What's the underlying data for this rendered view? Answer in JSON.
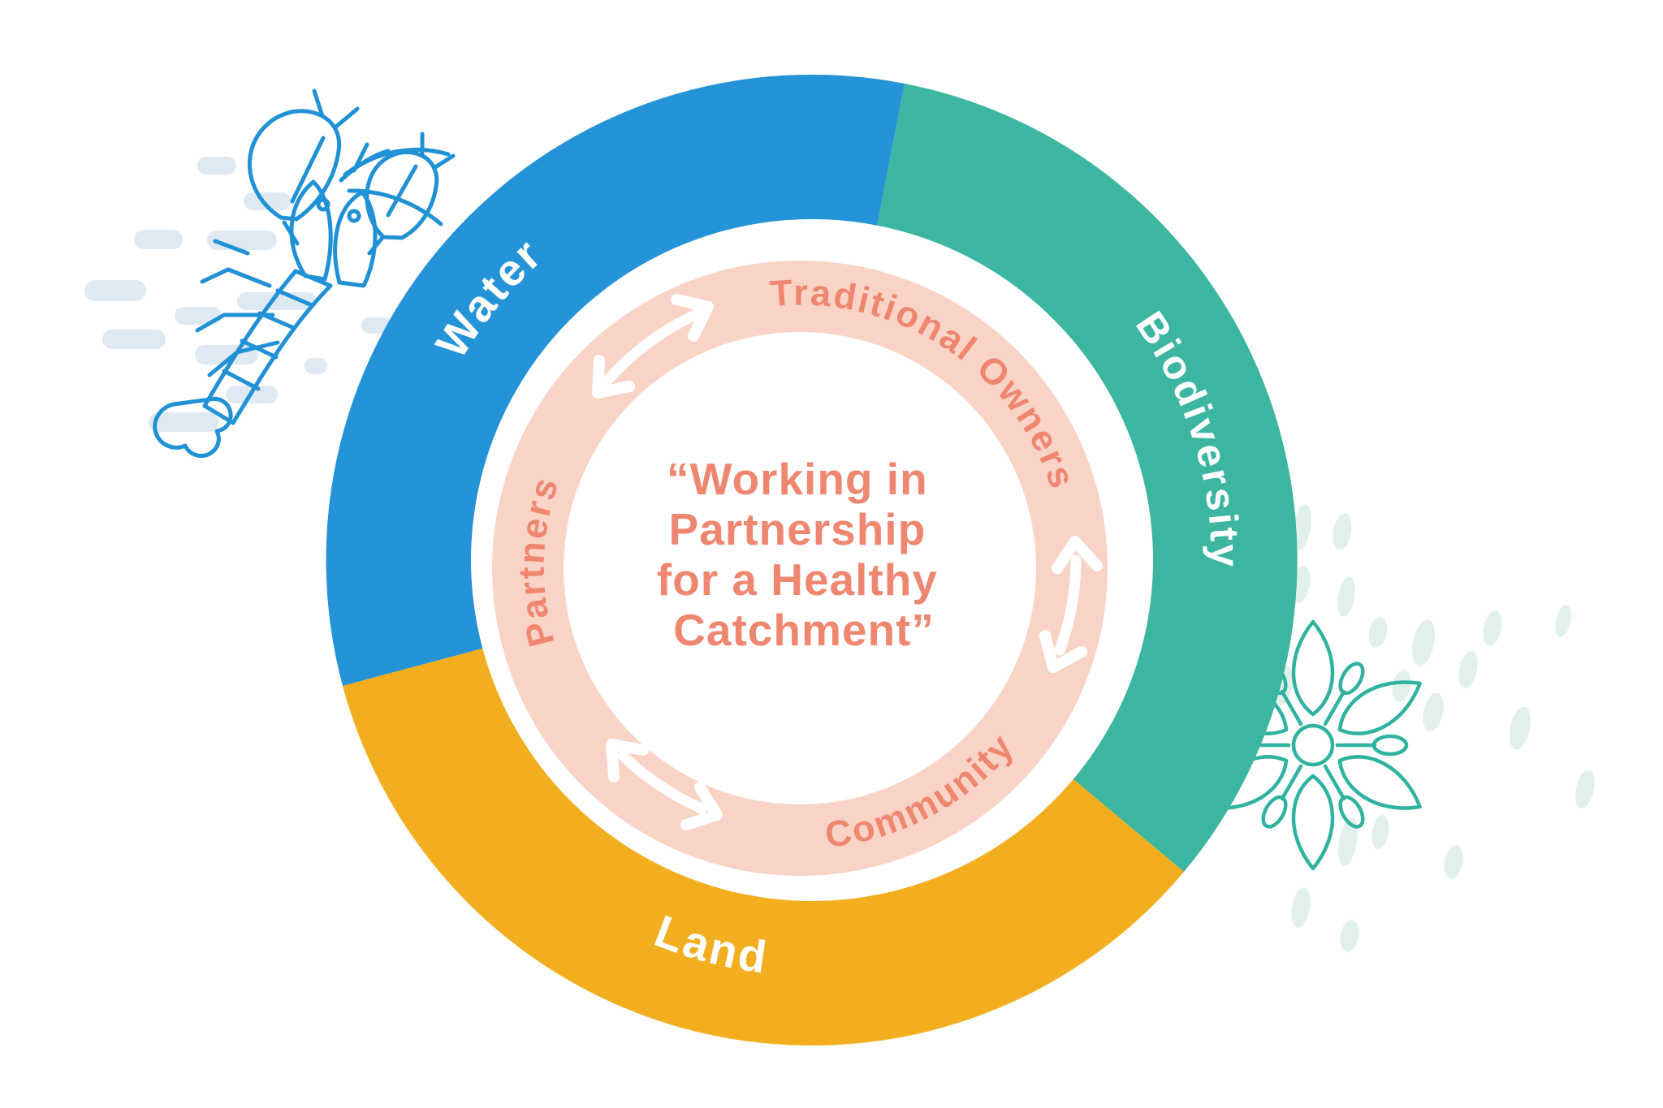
{
  "title_quote": {
    "lines": [
      "“Working in",
      "Partnership",
      "for a Healthy",
      "Catchment”"
    ],
    "color": "#EF8770"
  },
  "outer_ring": {
    "segments": [
      {
        "id": "water",
        "label": "Water",
        "color": "#2493D8"
      },
      {
        "id": "biodiversity",
        "label": "Biodiversity",
        "color": "#3CB5A1"
      },
      {
        "id": "land",
        "label": "Land",
        "color": "#F2AE1E"
      }
    ],
    "label_color": "#FFFFFF"
  },
  "inner_ring": {
    "color": "#FAD3C7",
    "text_color": "#EF8770",
    "labels": [
      {
        "id": "traditional-owners",
        "label": "Traditional Owners"
      },
      {
        "id": "partners",
        "label": "Partners"
      },
      {
        "id": "community",
        "label": "Community"
      }
    ]
  },
  "arrows": {
    "color": "#FFFFFF",
    "count": 3
  },
  "decorations": {
    "crayfish_color": "#2191D6",
    "water_dash_color": "#DEE9F4",
    "flower_color": "#2FB3A0",
    "flower_dot_color": "#E2F0EC"
  }
}
